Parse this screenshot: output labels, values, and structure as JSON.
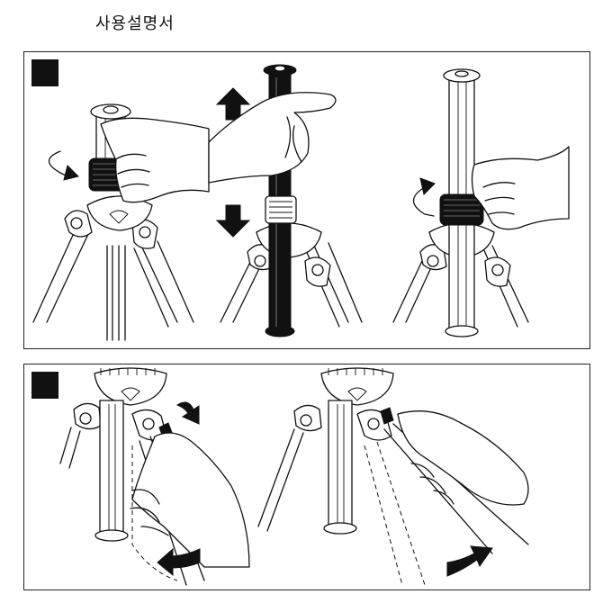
{
  "document": {
    "title": "사용설명서"
  },
  "panels": [
    {
      "step_marker": "square-black",
      "illustrations": [
        "hand-loosen-collar",
        "column-slide-up-down",
        "hand-tighten-collar"
      ]
    },
    {
      "step_marker": "square-black",
      "illustrations": [
        "leg-angle-release-lower",
        "leg-angle-release-raise"
      ]
    }
  ],
  "colors": {
    "ink": "#111111",
    "paper": "#ffffff"
  }
}
